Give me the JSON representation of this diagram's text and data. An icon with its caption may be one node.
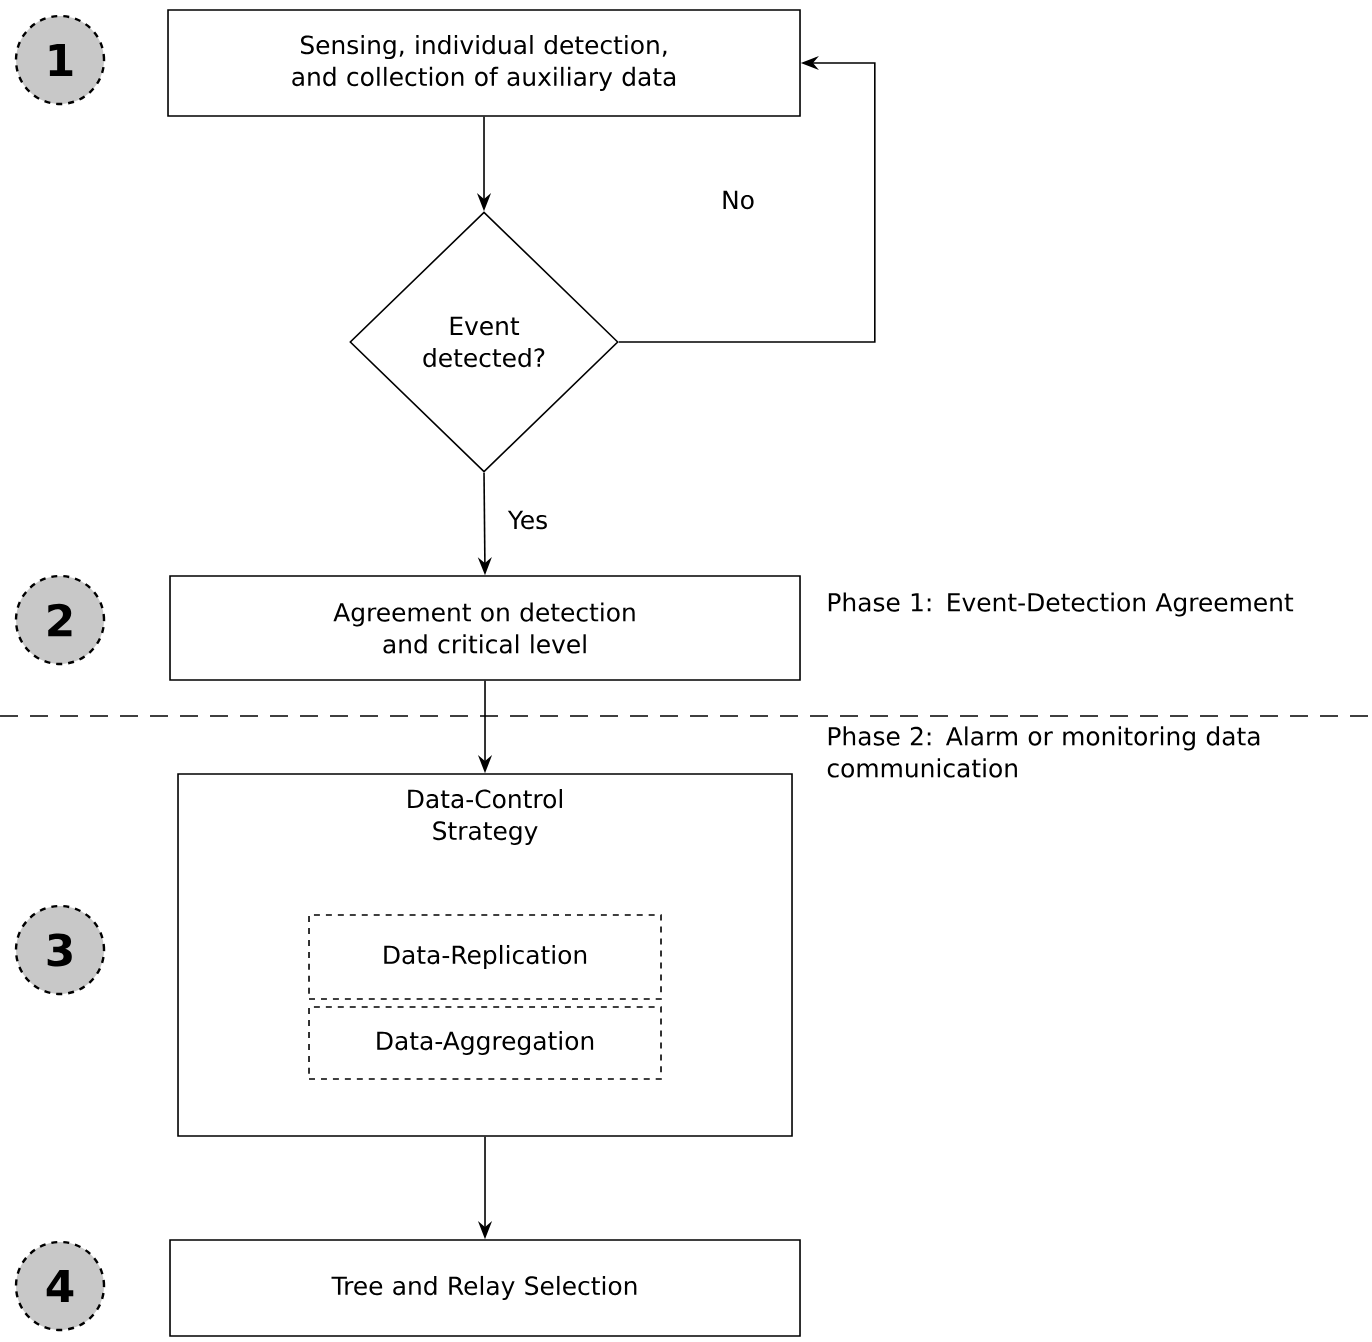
{
  "diagram": {
    "nodes": [
      {
        "text": [
          "1"
        ]
      },
      {
        "text": [
          "Sensing, individual detection, and collection of auxiliary data"
        ]
      },
      {
        "text": [
          "Event detected?"
        ]
      },
      {
        "text": [
          "2"
        ]
      },
      {
        "text": [
          "Agreement on detection and critical level"
        ],
        "beside": [
          "Phase 1: Event-Detection Agreement"
        ]
      },
      {
        "text": [
          "Data-Control Strategy"
        ],
        "beside": [
          "Phase 2: Alarm or monitoring data communication"
        ]
      },
      {
        "text": [
          "Data-Replication"
        ],
        "in": 5
      },
      {
        "text": [
          "Data-Aggregation"
        ],
        "in": 5
      },
      {
        "text": [
          "3"
        ]
      },
      {
        "text": [
          "4"
        ]
      },
      {
        "text": [
          "Tree and Relay Selection"
        ]
      }
    ],
    "edges": [
      {
        "from": 1,
        "to": 2,
        "arrow": "to"
      },
      {
        "from": 2,
        "to": 1,
        "arrow": "to",
        "label": "No"
      },
      {
        "from": 2,
        "to": 4,
        "arrow": "to",
        "label": "Yes"
      },
      {
        "from": 4,
        "to": 5,
        "arrow": "to"
      },
      {
        "from": 5,
        "to": 10,
        "arrow": "to"
      }
    ]
  }
}
